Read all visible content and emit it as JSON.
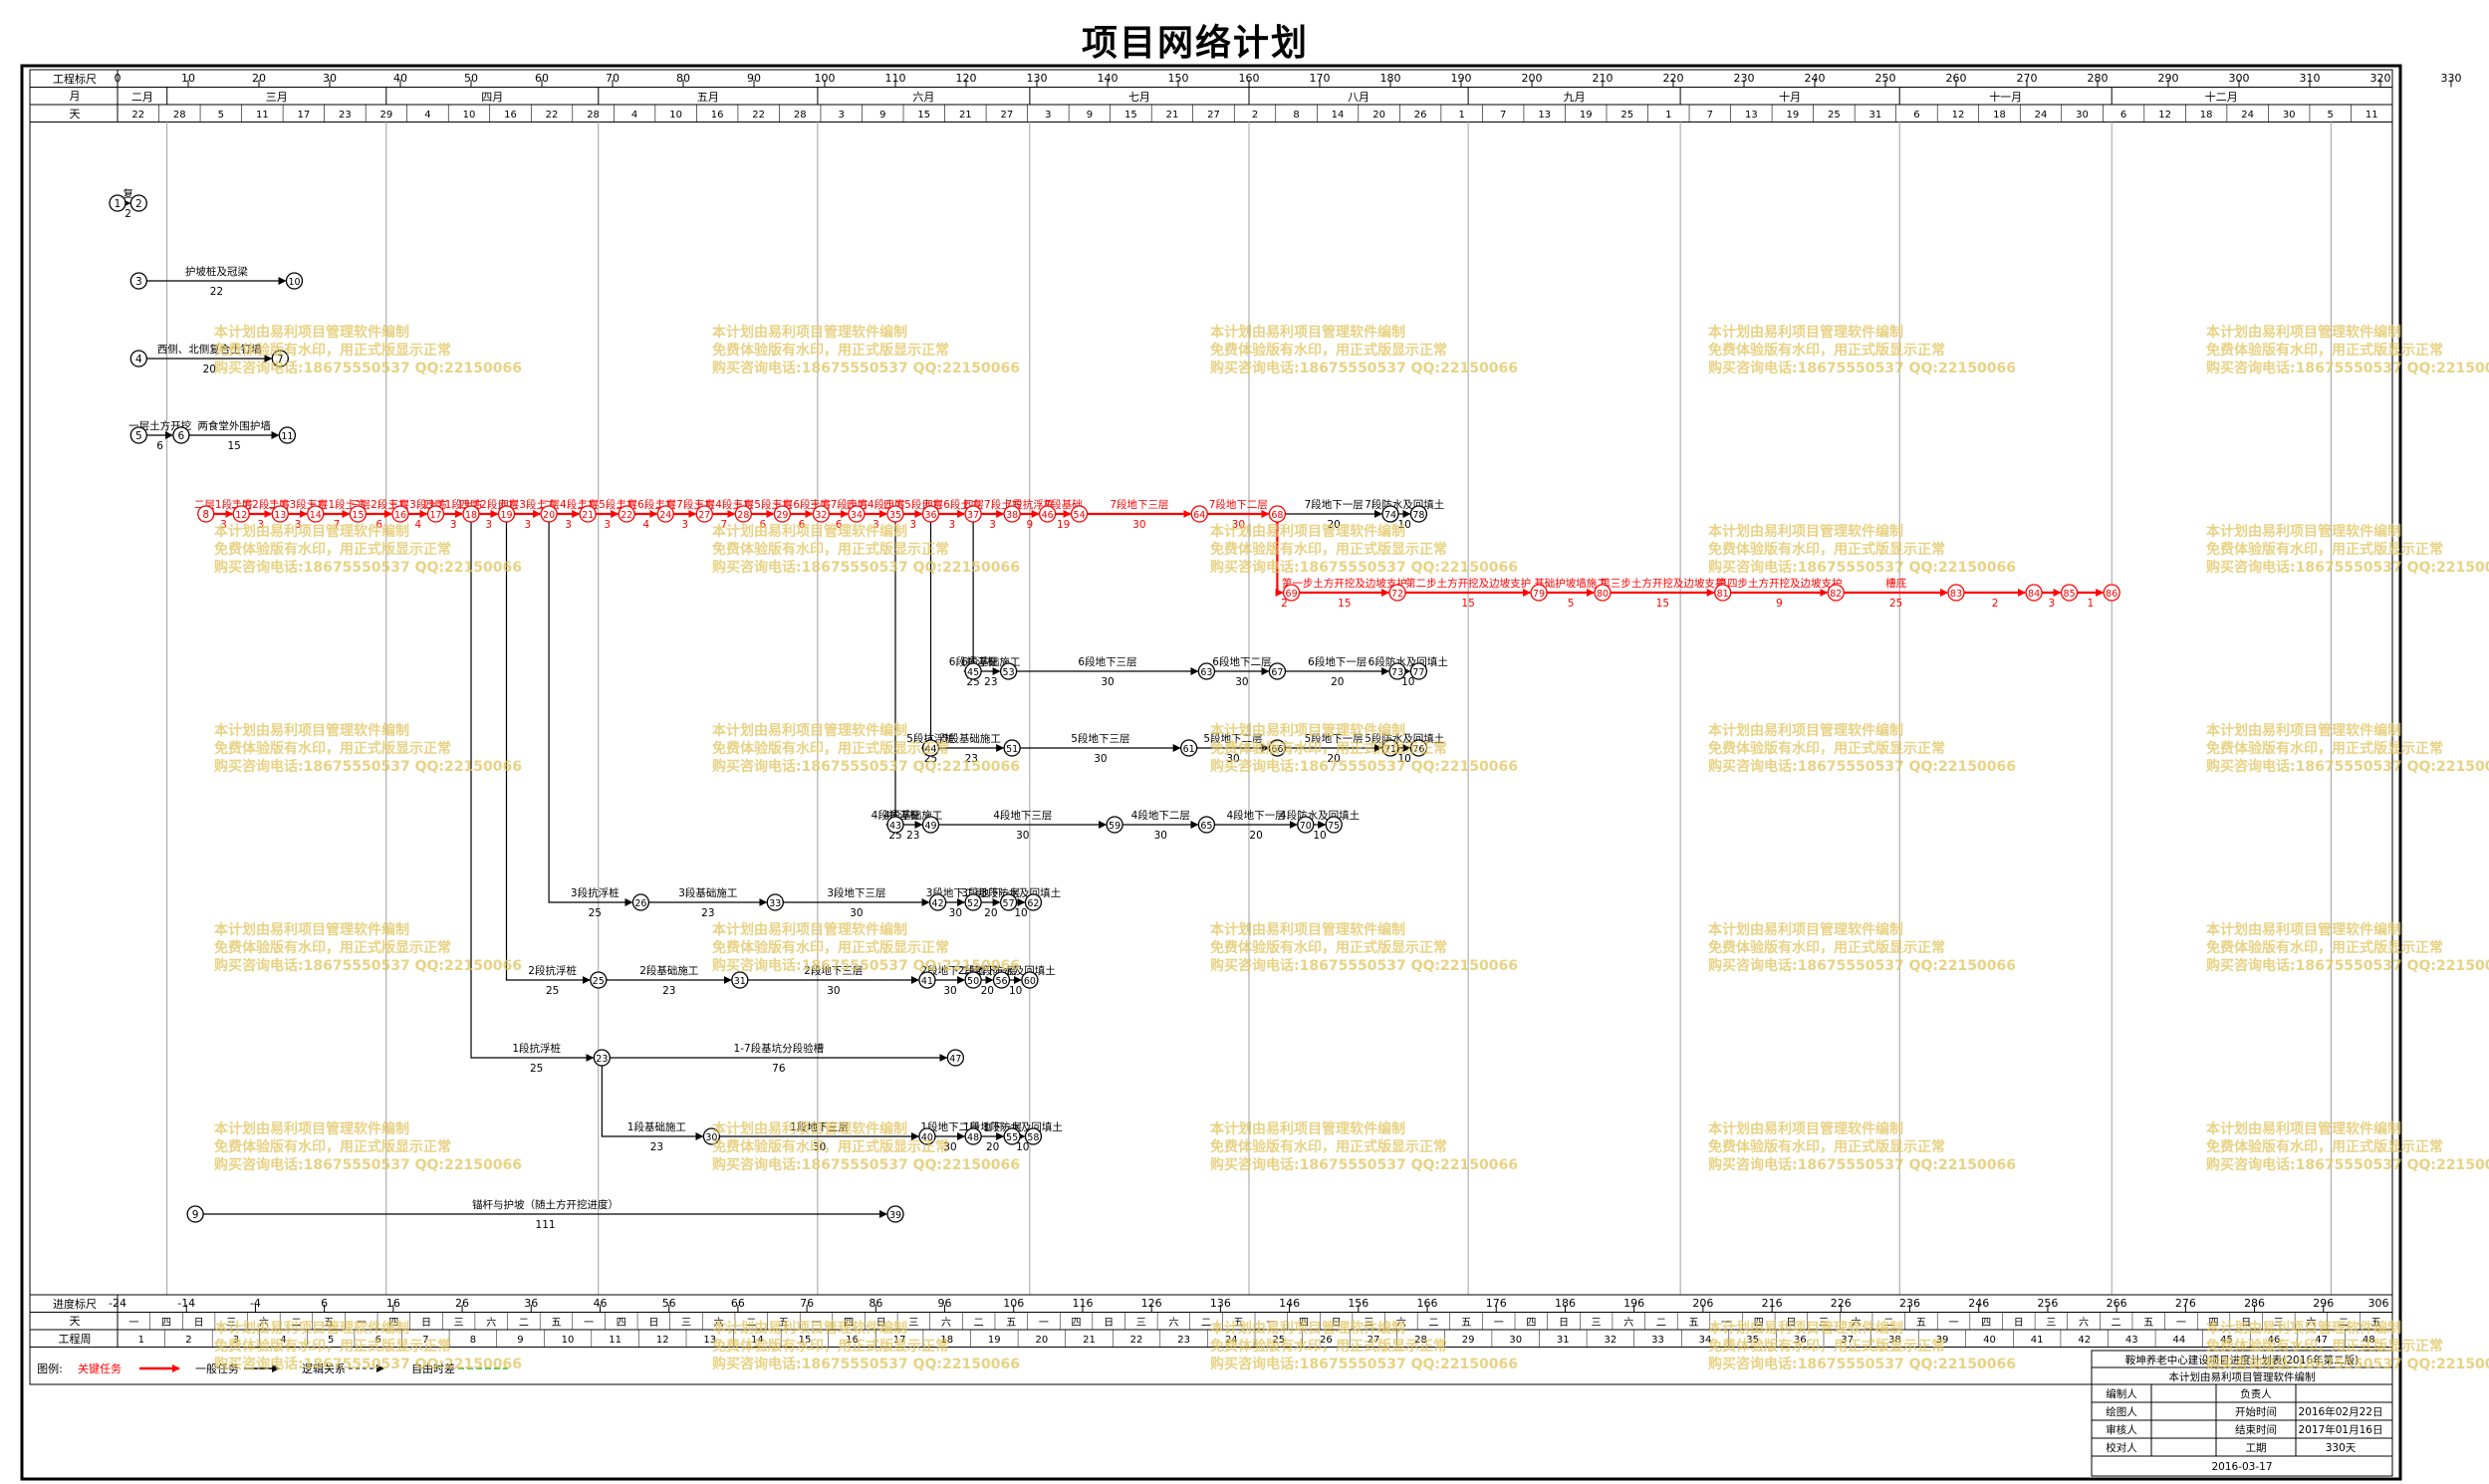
{
  "title": "项目网络计划",
  "colors": {
    "critical": "#ff0000",
    "normal": "#000000",
    "watermark": "#e1c45d"
  },
  "scale": {
    "top_label": "工程标尺",
    "month_label": "月",
    "day_label": "天",
    "ticks": [
      "0",
      "10",
      "20",
      "30",
      "40",
      "50",
      "60",
      "70",
      "80",
      "90",
      "100",
      "110",
      "120",
      "130",
      "140",
      "150",
      "160",
      "170",
      "180",
      "190",
      "200",
      "210",
      "220",
      "230",
      "240",
      "250",
      "260",
      "270",
      "280",
      "290",
      "300",
      "310",
      "320",
      "330"
    ],
    "months": [
      "二月",
      "三月",
      "四月",
      "五月",
      "六月",
      "七月",
      "八月",
      "九月",
      "十月",
      "十一月",
      "十二月"
    ],
    "days": [
      "22",
      "28",
      "5",
      "11",
      "17",
      "23",
      "29",
      "4",
      "10",
      "16",
      "22",
      "28",
      "4",
      "10",
      "16",
      "22",
      "28",
      "3",
      "9",
      "15",
      "21",
      "27",
      "3",
      "9",
      "15",
      "21",
      "27",
      "2",
      "8",
      "14",
      "20",
      "26",
      "1",
      "7",
      "13",
      "19",
      "25",
      "1",
      "7",
      "13",
      "19",
      "25",
      "31",
      "6",
      "12",
      "18",
      "24",
      "30",
      "6",
      "12",
      "18",
      "24",
      "30",
      "5",
      "11"
    ]
  },
  "bottom": {
    "progress_label": "进度标尺",
    "progress_ticks": [
      "-24",
      "-14",
      "-4",
      "6",
      "16",
      "26",
      "36",
      "46",
      "56",
      "66",
      "76",
      "86",
      "96",
      "106",
      "116",
      "126",
      "136",
      "146",
      "156",
      "166",
      "176",
      "186",
      "196",
      "206",
      "216",
      "226",
      "236",
      "246",
      "256",
      "266",
      "276",
      "286",
      "296",
      "306"
    ],
    "weekday_label": "天",
    "weekdays": [
      "一",
      "四",
      "日",
      "三",
      "六",
      "二",
      "五",
      "一",
      "四",
      "日",
      "三",
      "六",
      "二",
      "五"
    ],
    "week_label": "工程周",
    "weeks": [
      "1",
      "2",
      "3",
      "4",
      "5",
      "6",
      "7",
      "8",
      "9",
      "10",
      "11",
      "12",
      "13",
      "14",
      "15",
      "16",
      "17",
      "18",
      "19",
      "20",
      "21",
      "22",
      "23",
      "24",
      "25",
      "26",
      "27",
      "28",
      "29",
      "30",
      "31",
      "32",
      "33",
      "34",
      "35",
      "36",
      "37",
      "38",
      "39",
      "40",
      "41",
      "42",
      "43",
      "44",
      "45",
      "46",
      "47",
      "48"
    ]
  },
  "legend": {
    "label": "图例:",
    "items": [
      "关键任务",
      "一般任务",
      "逻辑关系",
      "自由时差"
    ]
  },
  "title_block": {
    "org": "鞍坤养老中心建设项目进度计划表(2016年第二版)",
    "sub": "本计划由易利项目管理软件编制",
    "rows": [
      {
        "k1": "编制人",
        "v1": "",
        "k2": "负责人",
        "v2": ""
      },
      {
        "k1": "绘图人",
        "v1": "",
        "k2": "开始时间",
        "v2": "2016年02月22日"
      },
      {
        "k1": "审核人",
        "v1": "",
        "k2": "结束时间",
        "v2": "2017年01月16日"
      },
      {
        "k1": "校对人",
        "v1": "",
        "k2": "工期",
        "v2": "330天"
      }
    ],
    "date": "2016-03-17"
  },
  "watermark": [
    "本计划由易利项目管理软件编制",
    "免费体验版有水印，用正式版显示正常",
    "购买咨询电话:18675550537 QQ:22150066"
  ],
  "network": {
    "critical_chain": [
      {
        "from": "8",
        "to": "12",
        "label": "二层1段土方",
        "dur": "3"
      },
      {
        "from": "12",
        "to": "13",
        "label": "二层2段土方",
        "dur": "3"
      },
      {
        "from": "13",
        "to": "14",
        "label": "二层3段土方",
        "dur": "3"
      },
      {
        "from": "14",
        "to": "15",
        "label": "三层1段土方",
        "dur": "7"
      },
      {
        "from": "15",
        "to": "16",
        "label": "三层2段土方",
        "dur": "6"
      },
      {
        "from": "16",
        "to": "17",
        "label": "三层3段土方",
        "dur": "4"
      },
      {
        "from": "17",
        "to": "18",
        "label": "四层1段土方",
        "dur": "3"
      },
      {
        "from": "18",
        "to": "19",
        "label": "四层2段土方",
        "dur": "3"
      },
      {
        "from": "19",
        "to": "20",
        "label": "四层3段土方",
        "dur": "3"
      },
      {
        "from": "20",
        "to": "21",
        "label": "二层4段土方",
        "dur": "3"
      },
      {
        "from": "21",
        "to": "22",
        "label": "二层5段土方",
        "dur": "3"
      },
      {
        "from": "22",
        "to": "24",
        "label": "二层6段土方",
        "dur": "4"
      },
      {
        "from": "24",
        "to": "27",
        "label": "二层7段土方",
        "dur": "3"
      },
      {
        "from": "27",
        "to": "28",
        "label": "三层4段土方",
        "dur": "7"
      },
      {
        "from": "28",
        "to": "29",
        "label": "三层5段土方",
        "dur": "6"
      },
      {
        "from": "29",
        "to": "32",
        "label": "三层6段土方",
        "dur": "6"
      },
      {
        "from": "32",
        "to": "34",
        "label": "三层7段土方",
        "dur": "6"
      },
      {
        "from": "34",
        "to": "35",
        "label": "四层4段土方",
        "dur": "3"
      },
      {
        "from": "35",
        "to": "36",
        "label": "四层5段土方",
        "dur": "3"
      },
      {
        "from": "36",
        "to": "37",
        "label": "四层6段土方",
        "dur": "3"
      },
      {
        "from": "37",
        "to": "38",
        "label": "四层7段土方",
        "dur": "3"
      },
      {
        "from": "38",
        "to": "46",
        "label": "7段抗浮桩",
        "dur": "9"
      },
      {
        "from": "46",
        "to": "54",
        "label": "7段基础",
        "dur": "19"
      },
      {
        "from": "54",
        "to": "64",
        "label": "7段地下三层",
        "dur": "30"
      },
      {
        "from": "64",
        "to": "68",
        "label": "7段地下二层",
        "dur": "30"
      },
      {
        "from": "68",
        "to": "69",
        "label": "",
        "dur": "2"
      },
      {
        "from": "69",
        "to": "72",
        "label": "第一步土方开挖及边坡支护",
        "dur": "15"
      },
      {
        "from": "72",
        "to": "79",
        "label": "第二步土方开挖及边坡支护",
        "dur": "15"
      },
      {
        "from": "79",
        "to": "80",
        "label": "基础护坡墙施工",
        "dur": "5"
      },
      {
        "from": "80",
        "to": "81",
        "label": "第三步土方开挖及边坡支护",
        "dur": "15"
      },
      {
        "from": "81",
        "to": "82",
        "label": "第四步土方开挖及边坡支护",
        "dur": "9"
      },
      {
        "from": "82",
        "to": "83",
        "label": "槽底",
        "dur": "25"
      },
      {
        "from": "83",
        "to": "84",
        "label": "",
        "dur": "2"
      },
      {
        "from": "84",
        "to": "85",
        "label": "",
        "dur": "3"
      },
      {
        "from": "85",
        "to": "86",
        "label": "",
        "dur": "1"
      }
    ],
    "normal_tasks": [
      {
        "from": "1",
        "to": "2",
        "label": "复",
        "dur": "2"
      },
      {
        "from": "3",
        "to": "10",
        "label": "护坡桩及冠梁",
        "dur": "22"
      },
      {
        "from": "4",
        "to": "7",
        "label": "西侧、北侧复合土钉墙",
        "dur": "20"
      },
      {
        "from": "5",
        "to": "6",
        "label": "一层土方开挖",
        "dur": "6"
      },
      {
        "from": "6",
        "to": "11",
        "label": "两食堂外围护墙",
        "dur": "15"
      },
      {
        "from": "68",
        "to": "74",
        "label": "7段地下一层",
        "dur": "20"
      },
      {
        "from": "74",
        "to": "78",
        "label": "7段防水及回填土",
        "dur": "10"
      },
      {
        "from": "37",
        "to": "45",
        "label": "6段抗浮桩",
        "dur": "25"
      },
      {
        "from": "45",
        "to": "53",
        "label": "6段基础施工",
        "dur": "23"
      },
      {
        "from": "53",
        "to": "63",
        "label": "6段地下三层",
        "dur": "30"
      },
      {
        "from": "63",
        "to": "67",
        "label": "6段地下二层",
        "dur": "30"
      },
      {
        "from": "67",
        "to": "73",
        "label": "6段地下一层",
        "dur": "20"
      },
      {
        "from": "73",
        "to": "77",
        "label": "6段防水及回填土",
        "dur": "10"
      },
      {
        "from": "36",
        "to": "44",
        "label": "5段抗浮桩",
        "dur": "25"
      },
      {
        "from": "44",
        "to": "51",
        "label": "5段基础施工",
        "dur": "23"
      },
      {
        "from": "51",
        "to": "61",
        "label": "5段地下三层",
        "dur": "30"
      },
      {
        "from": "61",
        "to": "66",
        "label": "5段地下二层",
        "dur": "30"
      },
      {
        "from": "66",
        "to": "71",
        "label": "5段地下一层",
        "dur": "20"
      },
      {
        "from": "71",
        "to": "76",
        "label": "5段防水及回填土",
        "dur": "10"
      },
      {
        "from": "35",
        "to": "43",
        "label": "4段抗浮桩",
        "dur": "25"
      },
      {
        "from": "43",
        "to": "49",
        "label": "4段基础施工",
        "dur": "23"
      },
      {
        "from": "49",
        "to": "59",
        "label": "4段地下三层",
        "dur": "30"
      },
      {
        "from": "59",
        "to": "65",
        "label": "4段地下二层",
        "dur": "30"
      },
      {
        "from": "65",
        "to": "70",
        "label": "4段地下一层",
        "dur": "20"
      },
      {
        "from": "70",
        "to": "75",
        "label": "4段防水及回填土",
        "dur": "10"
      },
      {
        "from": "20",
        "to": "26",
        "label": "3段抗浮桩",
        "dur": "25"
      },
      {
        "from": "26",
        "to": "33",
        "label": "3段基础施工",
        "dur": "23"
      },
      {
        "from": "33",
        "to": "42",
        "label": "3段地下三层",
        "dur": "30"
      },
      {
        "from": "42",
        "to": "52",
        "label": "3段地下二层",
        "dur": "30"
      },
      {
        "from": "52",
        "to": "57",
        "label": "3段地下一层",
        "dur": "20"
      },
      {
        "from": "57",
        "to": "62",
        "label": "3段防水及回填土",
        "dur": "10"
      },
      {
        "from": "19",
        "to": "25",
        "label": "2段抗浮桩",
        "dur": "25"
      },
      {
        "from": "25",
        "to": "31",
        "label": "2段基础施工",
        "dur": "23"
      },
      {
        "from": "31",
        "to": "41",
        "label": "2段地下三层",
        "dur": "30"
      },
      {
        "from": "41",
        "to": "50",
        "label": "2段地下二层",
        "dur": "30"
      },
      {
        "from": "50",
        "to": "56",
        "label": "2段地下一层",
        "dur": "20"
      },
      {
        "from": "56",
        "to": "60",
        "label": "2段防水及回填土",
        "dur": "10"
      },
      {
        "from": "18",
        "to": "23",
        "label": "1段抗浮桩",
        "dur": "25"
      },
      {
        "from": "23",
        "to": "47",
        "label": "1-7段基坑分段验槽",
        "dur": "76"
      },
      {
        "from": "23",
        "to": "30",
        "label": "1段基础施工",
        "dur": "23"
      },
      {
        "from": "30",
        "to": "40",
        "label": "1段地下三层",
        "dur": "30"
      },
      {
        "from": "40",
        "to": "48",
        "label": "1段地下二层",
        "dur": "30"
      },
      {
        "from": "48",
        "to": "55",
        "label": "1段地下一层",
        "dur": "20"
      },
      {
        "from": "55",
        "to": "58",
        "label": "1段防水及回填土",
        "dur": "10"
      },
      {
        "from": "9",
        "to": "39",
        "label": "锚杆与护坡（随土方开挖进度）",
        "dur": "111"
      }
    ]
  }
}
